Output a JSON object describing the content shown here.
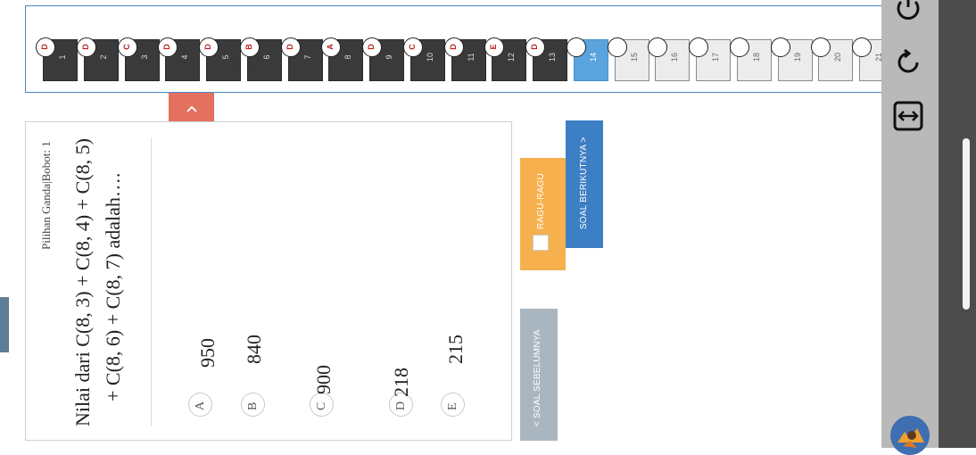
{
  "numbers": [
    {
      "n": "1",
      "ans": "D",
      "state": "answered"
    },
    {
      "n": "2",
      "ans": "D",
      "state": "answered"
    },
    {
      "n": "3",
      "ans": "C",
      "state": "answered"
    },
    {
      "n": "4",
      "ans": "D",
      "state": "answered"
    },
    {
      "n": "5",
      "ans": "D",
      "state": "answered"
    },
    {
      "n": "6",
      "ans": "B",
      "state": "answered"
    },
    {
      "n": "7",
      "ans": "D",
      "state": "answered"
    },
    {
      "n": "8",
      "ans": "A",
      "state": "answered"
    },
    {
      "n": "9",
      "ans": "D",
      "state": "answered"
    },
    {
      "n": "10",
      "ans": "C",
      "state": "answered"
    },
    {
      "n": "11",
      "ans": "D",
      "state": "answered"
    },
    {
      "n": "12",
      "ans": "E",
      "state": "answered"
    },
    {
      "n": "13",
      "ans": "D",
      "state": "answered"
    },
    {
      "n": "14",
      "ans": "",
      "state": "current"
    },
    {
      "n": "15",
      "ans": "",
      "state": "empty"
    },
    {
      "n": "16",
      "ans": "",
      "state": "empty"
    },
    {
      "n": "17",
      "ans": "",
      "state": "empty"
    },
    {
      "n": "18",
      "ans": "",
      "state": "empty"
    },
    {
      "n": "19",
      "ans": "",
      "state": "empty"
    },
    {
      "n": "20",
      "ans": "",
      "state": "empty"
    },
    {
      "n": "21",
      "ans": "",
      "state": "empty"
    }
  ],
  "question": {
    "meta": "Pilihan Ganda|Bobot: 1",
    "line1": "Nilai dari C(8, 3) + C(8, 4) + C(8, 5)",
    "line2": "+ C(8, 6) + C(8, 7) adalah…."
  },
  "options": [
    {
      "letter": "A",
      "value": "950"
    },
    {
      "letter": "B",
      "value": "840"
    },
    {
      "letter": "C",
      "value": "900"
    },
    {
      "letter": "D",
      "value": "218"
    },
    {
      "letter": "E",
      "value": "215"
    }
  ],
  "buttons": {
    "prev": "< SOAL SEBELUMNYA",
    "ragu": "RAGU-RAGU",
    "next": "SOAL BERIKUTNYA >",
    "collapse": "^"
  },
  "colors": {
    "answered": "#3a3a3a",
    "current": "#5aa3dc",
    "collapse": "#e47060",
    "ragu": "#f6b04e",
    "next": "#3d7fc4",
    "prev": "#aab6bf"
  },
  "icons": {
    "power": "power-icon",
    "refresh": "refresh-icon",
    "resize": "resize-icon",
    "collapse": "chevron-up-icon",
    "avatar": "avatar"
  }
}
